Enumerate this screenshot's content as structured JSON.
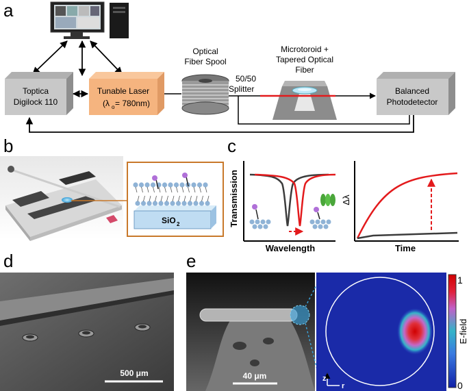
{
  "panels": {
    "a": {
      "letter": "a",
      "toptica": [
        "Toptica",
        "Digilock 110"
      ],
      "laser": [
        "Tunable Laser",
        "(λ",
        "o",
        "= 780nm)"
      ],
      "spool": [
        "Optical",
        "Fiber Spool"
      ],
      "splitter": [
        "50/50",
        "Splitter"
      ],
      "toroid": [
        "Microtoroid +",
        "Tapered Optical",
        "Fiber"
      ],
      "detector": [
        "Balanced",
        "Photodetector"
      ]
    },
    "b": {
      "letter": "b",
      "substrate": [
        "SiO",
        "2"
      ]
    },
    "c": {
      "letter": "c",
      "left_ylabel": "Transmission",
      "left_xlabel": "Wavelength",
      "right_ylabel": "Δλ",
      "right_xlabel": "Time"
    },
    "d": {
      "letter": "d",
      "scalebar": "500 μm"
    },
    "e": {
      "letter": "e",
      "scalebar": "40 μm",
      "colorbar_max": "1",
      "colorbar_min": "0",
      "colorbar_label": "E-field",
      "axis_z": "z",
      "axis_r": "r"
    }
  },
  "colors": {
    "laser_box": "#f5b47f",
    "grey_box": "#c8c8c8",
    "signal_red": "#e31a1c",
    "shift_dark": "#3c3c3c",
    "frame_orange": "#c8782a"
  }
}
